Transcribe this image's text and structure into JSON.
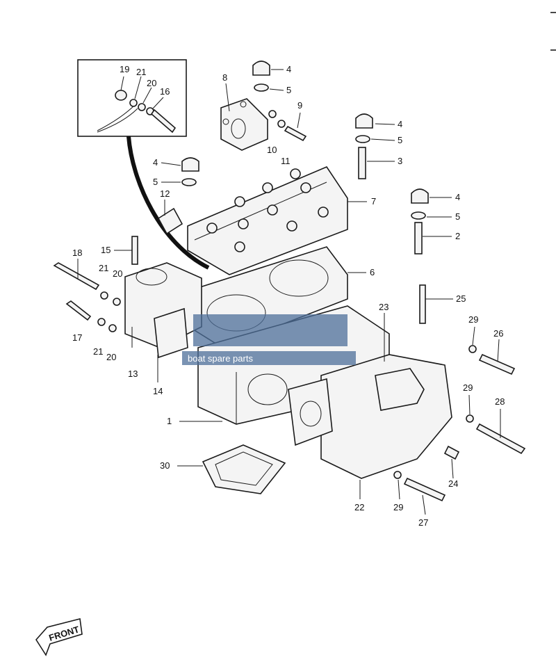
{
  "diagram": {
    "watermark": "boat spare parts",
    "front_label": "FRONT",
    "callouts": [
      "19",
      "21",
      "20",
      "16",
      "8",
      "4",
      "5",
      "9",
      "10",
      "11",
      "4",
      "5",
      "3",
      "4",
      "5",
      "12",
      "7",
      "4",
      "5",
      "2",
      "18",
      "21",
      "20",
      "15",
      "6",
      "25",
      "23",
      "17",
      "21",
      "20",
      "13",
      "14",
      "29",
      "26",
      "29",
      "28",
      "1",
      "30",
      "24",
      "22",
      "29",
      "27"
    ]
  },
  "colors": {
    "line": "#1a1a1a",
    "watermark_band": "#4e6f9a",
    "watermark_text": "#ffffff"
  }
}
